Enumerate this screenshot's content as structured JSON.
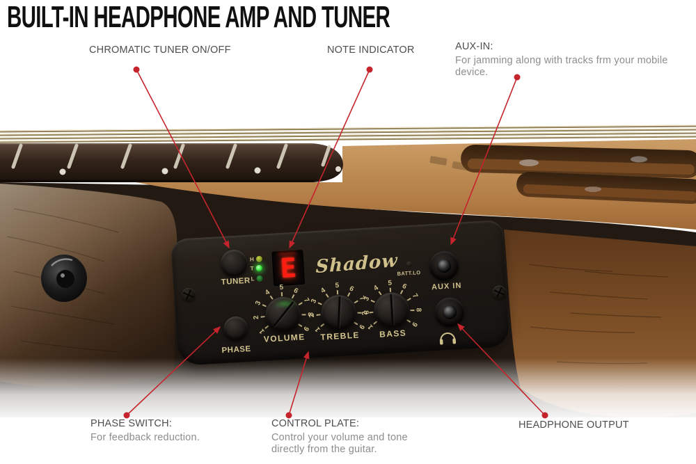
{
  "title": "BUILT-IN HEADPHONE AMP AND TUNER",
  "callouts": {
    "chromatic_tuner": {
      "heading": "CHROMATIC TUNER ON/OFF",
      "description": ""
    },
    "note_indicator": {
      "heading": "NOTE INDICATOR",
      "description": ""
    },
    "aux_in": {
      "heading": "AUX-IN:",
      "description": "For jamming along with tracks frm your mobile device."
    },
    "phase_switch": {
      "heading": "PHASE SWITCH:",
      "description": "For feedback reduction."
    },
    "control_plate": {
      "heading": "CONTROL PLATE:",
      "description": "Control your volume and tone directly from the guitar."
    },
    "headphone_output": {
      "heading": "HEADPHONE OUTPUT",
      "description": ""
    }
  },
  "control_plate": {
    "brand": "Shadow",
    "tuner_button": "TUNER",
    "phase_button": "PHASE",
    "led_labels": [
      "H",
      "T",
      "L"
    ],
    "note_display": "E",
    "battery_label": "BATT.LO",
    "aux_jack_label": "AUX IN",
    "knob_scale": [
      "1",
      "2",
      "3",
      "4",
      "5",
      "6",
      "7",
      "8",
      "9"
    ],
    "knobs": [
      {
        "label": "VOLUME"
      },
      {
        "label": "TREBLE"
      },
      {
        "label": "BASS"
      }
    ]
  },
  "colors": {
    "callout_red": "#c5242c",
    "plate_text_cream": "#cfc08c",
    "display_red": "#ff1d12",
    "tuner_led_green": "#35e83c",
    "title_black": "#101010"
  }
}
